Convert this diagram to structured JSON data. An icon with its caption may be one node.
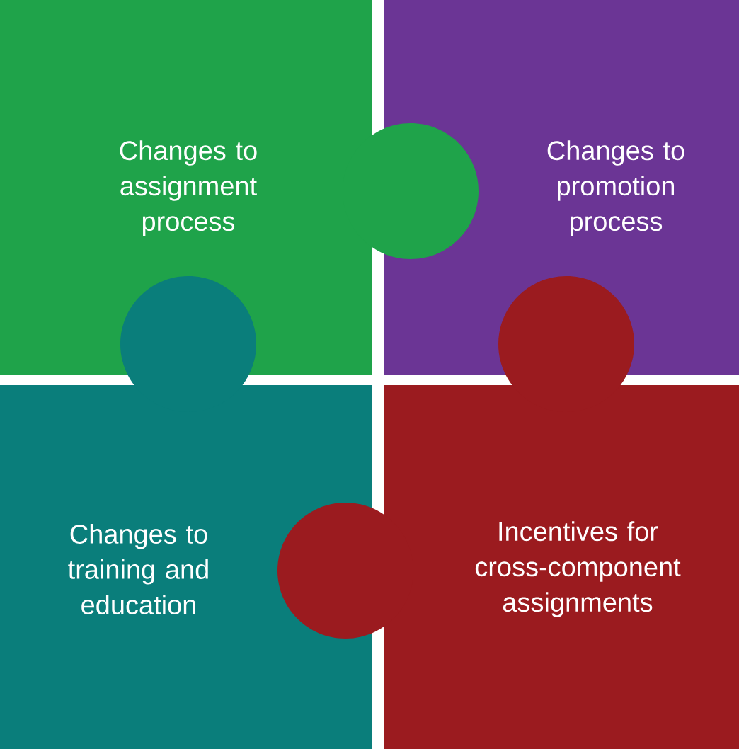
{
  "diagram": {
    "nodes": [
      {
        "text": [
          "Changes to assignment process"
        ]
      },
      {
        "text": [
          "Changes to promotion process"
        ]
      },
      {
        "text": [
          "Changes to training and education"
        ]
      },
      {
        "text": [
          "Incentives for cross-component assignments"
        ]
      }
    ]
  }
}
